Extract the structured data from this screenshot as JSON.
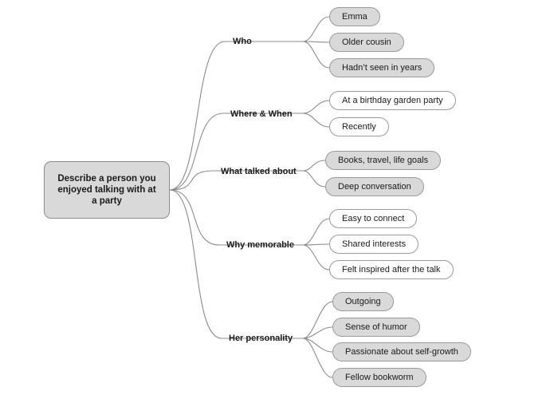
{
  "center": {
    "text": "Describe a person you enjoyed talking with at a party"
  },
  "branches": [
    {
      "label": "Who",
      "leaves": [
        {
          "text": "Emma",
          "style": "gray"
        },
        {
          "text": "Older cousin",
          "style": "gray"
        },
        {
          "text": "Hadn’t seen in years",
          "style": "gray"
        }
      ]
    },
    {
      "label": "Where & When",
      "leaves": [
        {
          "text": "At a birthday garden party",
          "style": "white"
        },
        {
          "text": "Recently",
          "style": "white"
        }
      ]
    },
    {
      "label": "What talked about",
      "leaves": [
        {
          "text": "Books, travel, life goals",
          "style": "gray"
        },
        {
          "text": "Deep conversation",
          "style": "gray"
        }
      ]
    },
    {
      "label": "Why memorable",
      "leaves": [
        {
          "text": "Easy to connect",
          "style": "white"
        },
        {
          "text": "Shared interests",
          "style": "white"
        },
        {
          "text": "Felt inspired after the talk",
          "style": "white"
        }
      ]
    },
    {
      "label": "Her personality",
      "leaves": [
        {
          "text": "Outgoing",
          "style": "gray"
        },
        {
          "text": "Sense of humor",
          "style": "gray"
        },
        {
          "text": "Passionate about self-growth",
          "style": "gray"
        },
        {
          "text": "Fellow bookworm",
          "style": "gray"
        }
      ]
    }
  ],
  "colors": {
    "line": "#8c8c8c",
    "leaf_fill_gray": "#d9d9d9",
    "leaf_fill_white": "#ffffff"
  }
}
